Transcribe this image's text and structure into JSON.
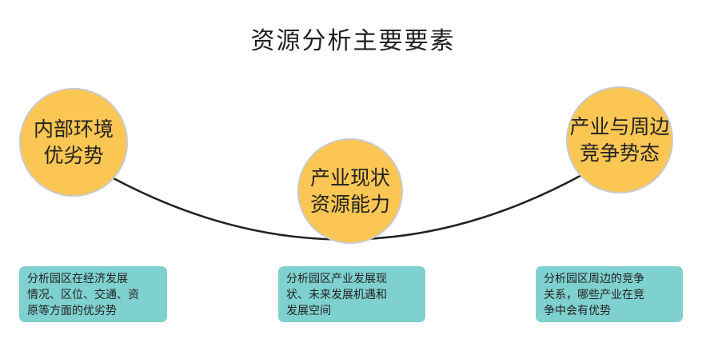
{
  "title": "资源分析主要要素",
  "nodes": [
    {
      "lines": [
        "内部环境",
        "优劣势"
      ],
      "description": [
        "分析园区在经济发展",
        "情况、区位、交通、资",
        "原等方面的优劣势"
      ]
    },
    {
      "lines": [
        "产业现状",
        "资源能力"
      ],
      "description": [
        "分析园区产业发展现",
        "状、未来发展机遇和",
        "发展空间"
      ]
    },
    {
      "lines": [
        "产业与周边",
        "竞争势态"
      ],
      "description": [
        "分析园区周边的竞争",
        "关系，哪些产业在竞",
        "争中会有优势"
      ]
    }
  ],
  "colors": {
    "circle_fill": "#fbc653",
    "box_fill": "#7fd1cf",
    "curve": "#222222"
  }
}
